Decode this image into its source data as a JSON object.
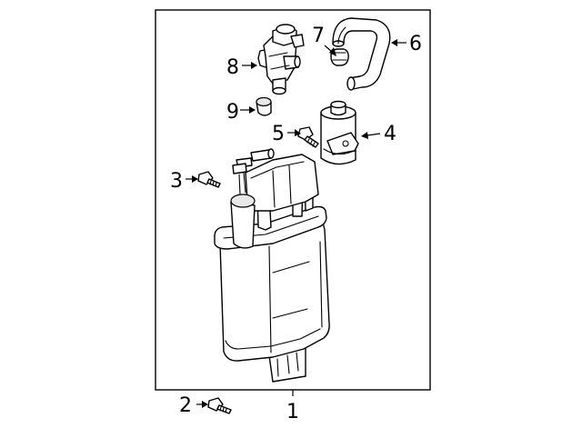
{
  "diagram": {
    "callouts": [
      {
        "id": "1",
        "label": "1"
      },
      {
        "id": "2",
        "label": "2"
      },
      {
        "id": "3",
        "label": "3"
      },
      {
        "id": "4",
        "label": "4"
      },
      {
        "id": "5",
        "label": "5"
      },
      {
        "id": "6",
        "label": "6"
      },
      {
        "id": "7",
        "label": "7"
      },
      {
        "id": "8",
        "label": "8"
      },
      {
        "id": "9",
        "label": "9"
      }
    ],
    "parts": [
      {
        "callout": "1",
        "icon": "charcoal-canister-icon"
      },
      {
        "callout": "2",
        "icon": "bolt-icon"
      },
      {
        "callout": "3",
        "icon": "bolt-icon"
      },
      {
        "callout": "4",
        "icon": "filter-icon"
      },
      {
        "callout": "5",
        "icon": "bolt-icon"
      },
      {
        "callout": "6",
        "icon": "hose-icon"
      },
      {
        "callout": "7",
        "icon": "hose-clamp-icon"
      },
      {
        "callout": "8",
        "icon": "purge-valve-icon"
      },
      {
        "callout": "9",
        "icon": "cap-icon"
      }
    ]
  }
}
